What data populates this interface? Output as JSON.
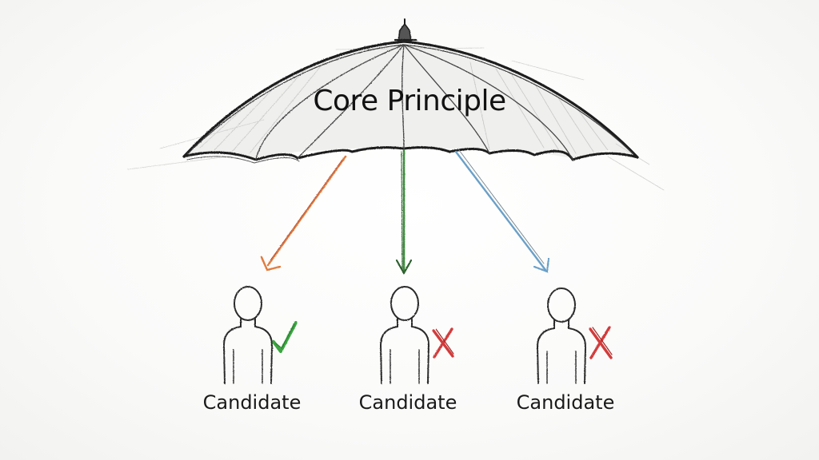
{
  "diagram": {
    "title": "Core Principle",
    "candidates": [
      {
        "label": "Candidate",
        "status": "accepted",
        "mark_icon": "check-icon",
        "arrow_color": "#e07a3a",
        "mark_color": "#3aa640"
      },
      {
        "label": "Candidate",
        "status": "rejected",
        "mark_icon": "cross-icon",
        "arrow_color": "#3d8a3d",
        "mark_color": "#d23a3a"
      },
      {
        "label": "Candidate",
        "status": "rejected",
        "mark_icon": "cross-icon",
        "arrow_color": "#6aa0c8",
        "mark_color": "#d23a3a"
      }
    ]
  }
}
